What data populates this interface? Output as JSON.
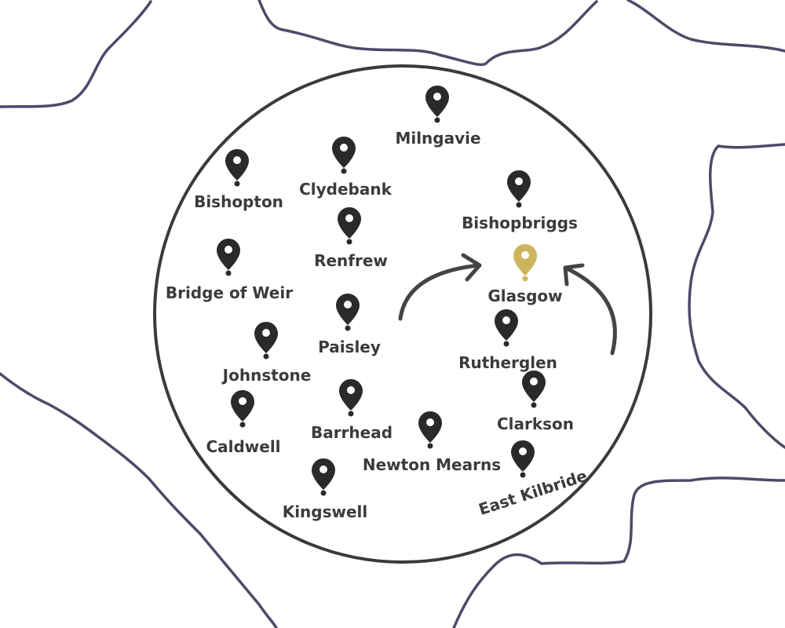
{
  "colors": {
    "pin": "#2a2a2a",
    "pin_highlight": "#cdb45e",
    "boundary": "#4e4a68",
    "label": "#3b3b3b"
  },
  "towns": [
    {
      "id": "milngavie",
      "label": "Milngavie",
      "highlight": false
    },
    {
      "id": "bishopton",
      "label": "Bishopton",
      "highlight": false
    },
    {
      "id": "clydebank",
      "label": "Clydebank",
      "highlight": false
    },
    {
      "id": "bishopbriggs",
      "label": "Bishopbriggs",
      "highlight": false
    },
    {
      "id": "renfrew",
      "label": "Renfrew",
      "highlight": false
    },
    {
      "id": "bridge-of-weir",
      "label": "Bridge of Weir",
      "highlight": false
    },
    {
      "id": "glasgow",
      "label": "Glasgow",
      "highlight": true
    },
    {
      "id": "paisley",
      "label": "Paisley",
      "highlight": false
    },
    {
      "id": "rutherglen",
      "label": "Rutherglen",
      "highlight": false
    },
    {
      "id": "johnstone",
      "label": "Johnstone",
      "highlight": false
    },
    {
      "id": "clarkson",
      "label": "Clarkson",
      "highlight": false
    },
    {
      "id": "caldwell",
      "label": "Caldwell",
      "highlight": false
    },
    {
      "id": "barrhead",
      "label": "Barrhead",
      "highlight": false
    },
    {
      "id": "newton-mearns",
      "label": "Newton Mearns",
      "highlight": false
    },
    {
      "id": "east-kilbride",
      "label": "East Kilbride",
      "highlight": false
    },
    {
      "id": "kingswell",
      "label": "Kingswell",
      "highlight": false
    }
  ]
}
